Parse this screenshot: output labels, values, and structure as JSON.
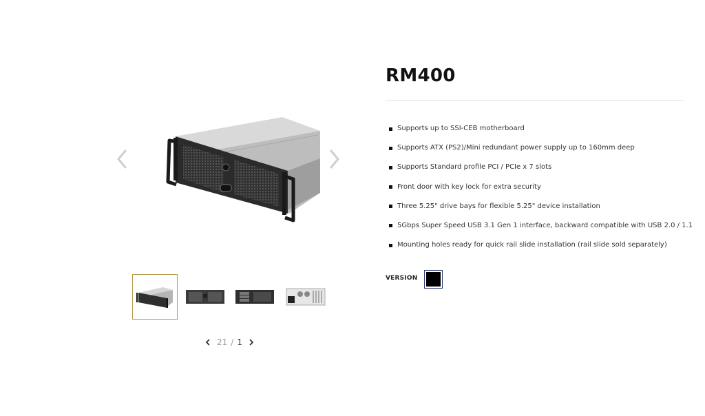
{
  "product": {
    "title": "RM400",
    "features": [
      "Supports up to SSI-CEB motherboard",
      "Supports ATX (PS2)/Mini redundant power supply up to 160mm deep",
      "Supports Standard profile PCI / PCIe x 7 slots",
      "Front door with key lock for extra security",
      "Three 5.25\" drive bays for flexible 5.25\" device installation",
      "5Gbps Super Speed USB 3.1 Gen 1 interface, backward compatible with USB 2.0 / 1.1",
      "Mounting holes ready for quick rail slide installation (rail slide sold separately)"
    ],
    "version_label": "VERSION",
    "versions": [
      {
        "color": "#000000",
        "selected": true
      }
    ]
  },
  "gallery": {
    "prev_icon": "chevron-left-icon",
    "next_icon": "chevron-right-icon",
    "thumbnails": [
      {
        "view": "angled-view",
        "active": true
      },
      {
        "view": "front-view",
        "active": false
      },
      {
        "view": "front-open-view",
        "active": false
      },
      {
        "view": "rear-view",
        "active": false
      }
    ],
    "pager": {
      "current": "21",
      "separator": "/",
      "total": "1"
    }
  },
  "colors": {
    "accent_border": "#b89a4a",
    "swatch_border": "#2a3a6a",
    "text": "#333333"
  }
}
